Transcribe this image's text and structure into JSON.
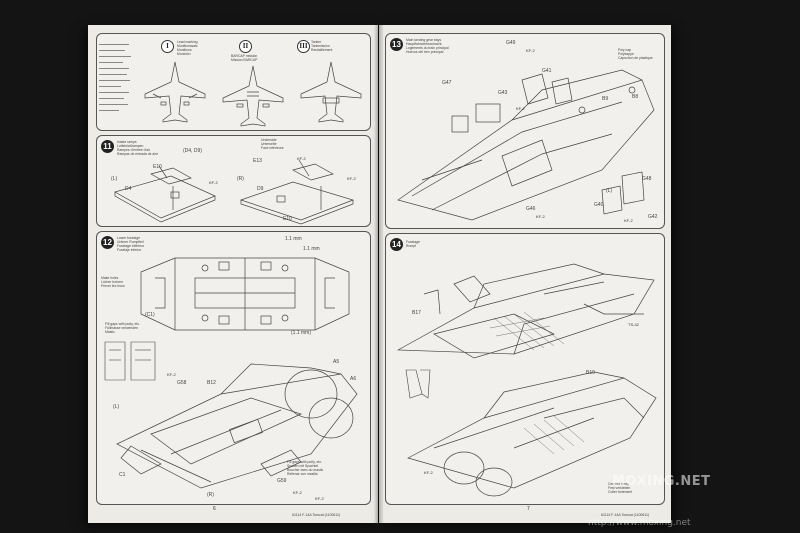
{
  "colors": {
    "background": "#141414",
    "paper": "#ecebe6",
    "ink": "#333333",
    "badge": "#222222"
  },
  "left_page": {
    "page_number": "6",
    "footer_code": "61114 F-14A Tomcat (1100611)",
    "options": [
      {
        "roman": "I",
        "captions": [
          "Lead marking",
          "Munitionssatz",
          "Munitions",
          "Munición"
        ]
      },
      {
        "roman": "II",
        "captions": [
          "BARCAP mission",
          "Mission BARCAP"
        ]
      },
      {
        "roman": "III",
        "captions": [
          "Tanker",
          "Tankmission",
          "Ravitaillement"
        ]
      }
    ],
    "step11": {
      "number": "11",
      "captions": [
        "Intake ramps",
        "Lufteinlaßrampen",
        "Rampes d'entrée d'air",
        "Rampas de entrada de aire"
      ],
      "parts": [
        "E10",
        "D4",
        "(L)",
        "(D4, D9)",
        "E13",
        "(R)",
        "D9",
        "E10"
      ],
      "note_label": "Underside",
      "note_captions": [
        "Unterseite",
        "Face inférieure"
      ],
      "marks": [
        "KF-2",
        "KF-2",
        "KF-2"
      ]
    },
    "step12": {
      "number": "12",
      "captions": [
        "Lower fuselage",
        "Unterer Rumpfteil",
        "Fuselage inférieur",
        "Fuselaje inferior"
      ],
      "side_captions": [
        "Make holes",
        "Löcher bohren",
        "Percer les trous"
      ],
      "parts": [
        "(C1)",
        "A5",
        "A6",
        "G58",
        "B12",
        "(L)",
        "(R)",
        "G59",
        "C1"
      ],
      "dims": [
        "1.1 mm",
        "1.1 mm",
        "(1.1 mm)"
      ],
      "marks": [
        "KF-2",
        "KF-2",
        "KF-2"
      ],
      "notes": [
        "Fill gaps with putty, etc.",
        "Füllmasse verwenden",
        "Mastic"
      ],
      "bottom_notes": [
        "Fill gaps with putty, etc.",
        "Spalten mit Spachtel",
        "Boucher avec du mastic",
        "Rellenar con masilla"
      ]
    }
  },
  "right_page": {
    "page_number": "7",
    "footer_code": "61114 F-14A Tomcat (1100611)",
    "step13": {
      "number": "13",
      "captions": [
        "Main landing gear bays",
        "Hauptfahrwerksschacht",
        "Logements du train principal",
        "Huecos del tren principal"
      ],
      "parts": [
        "G49",
        "G41",
        "G47",
        "G43",
        "B9",
        "B8",
        "(L)",
        "G48",
        "G40",
        "G46",
        "G42"
      ],
      "side_captions": [
        "Poly cap",
        "Polykappe",
        "Capuchon de plastique"
      ],
      "marks": [
        "KF-2",
        "KF-2",
        "KF-2",
        "KF-2"
      ]
    },
    "step14": {
      "number": "14",
      "captions": [
        "Fuselage",
        "Rumpf"
      ],
      "parts": [
        "B17",
        "B19"
      ],
      "marks": [
        "KF-2",
        "TS-42"
      ],
      "notes": [
        "Cement firmly",
        "Fest verkleben",
        "Coller fortement"
      ]
    }
  },
  "watermark": {
    "brand": "MOXING.NET",
    "url": "http://www.moxing.net"
  }
}
